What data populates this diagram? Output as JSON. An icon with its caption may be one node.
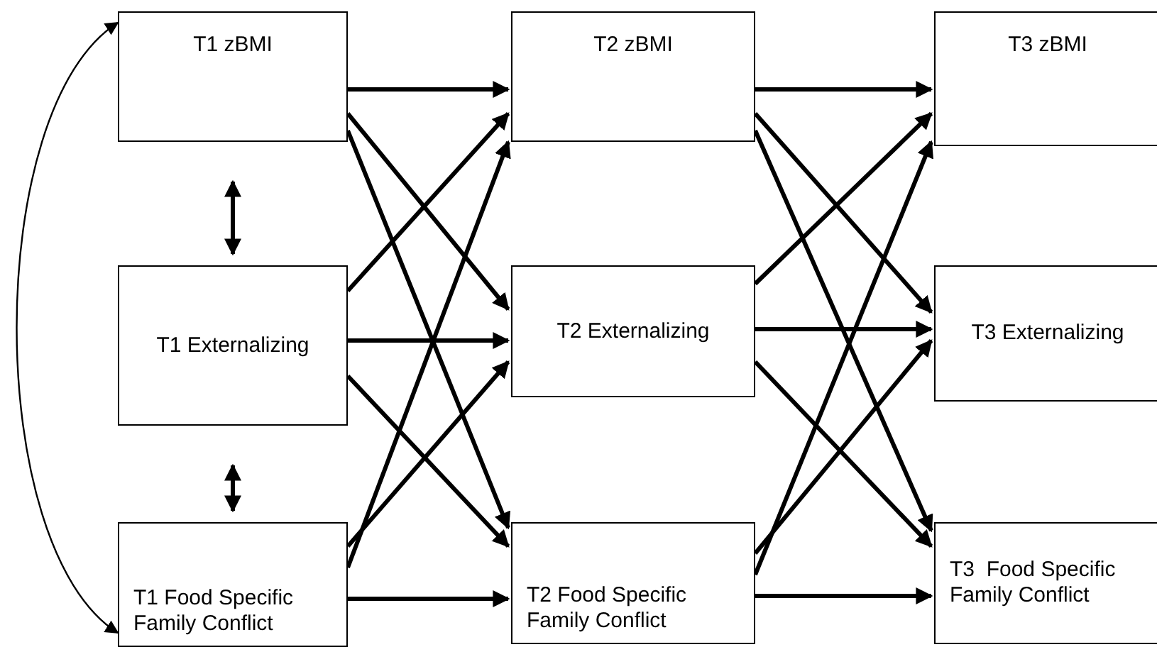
{
  "diagram": {
    "nodes": [
      {
        "text": [
          "T1 zBMI"
        ]
      },
      {
        "text": [
          "T1 Externalizing"
        ]
      },
      {
        "text": [
          "T1 Food Specific Family Conflict"
        ]
      },
      {
        "text": [
          "T2 zBMI"
        ]
      },
      {
        "text": [
          "T2 Externalizing"
        ]
      },
      {
        "text": [
          "T2 Food Specific Family Conflict"
        ]
      },
      {
        "text": [
          "T3 zBMI"
        ]
      },
      {
        "text": [
          "T3 Externalizing"
        ]
      },
      {
        "text": [
          "T3  Food Specific Family Conflict"
        ]
      }
    ],
    "edges": [
      {
        "from": 0,
        "to": 1,
        "arrow": "both"
      },
      {
        "from": 1,
        "to": 2,
        "arrow": "both"
      },
      {
        "from": 0,
        "to": 2,
        "arrow": "both"
      },
      {
        "from": 0,
        "to": 3,
        "arrow": "to"
      },
      {
        "from": 0,
        "to": 4,
        "arrow": "to"
      },
      {
        "from": 0,
        "to": 5,
        "arrow": "to"
      },
      {
        "from": 1,
        "to": 3,
        "arrow": "to"
      },
      {
        "from": 1,
        "to": 4,
        "arrow": "to"
      },
      {
        "from": 1,
        "to": 5,
        "arrow": "to"
      },
      {
        "from": 2,
        "to": 3,
        "arrow": "to"
      },
      {
        "from": 2,
        "to": 4,
        "arrow": "to"
      },
      {
        "from": 2,
        "to": 5,
        "arrow": "to"
      },
      {
        "from": 3,
        "to": 6,
        "arrow": "to"
      },
      {
        "from": 3,
        "to": 7,
        "arrow": "to"
      },
      {
        "from": 3,
        "to": 8,
        "arrow": "to"
      },
      {
        "from": 4,
        "to": 6,
        "arrow": "to"
      },
      {
        "from": 4,
        "to": 7,
        "arrow": "to"
      },
      {
        "from": 4,
        "to": 8,
        "arrow": "to"
      },
      {
        "from": 5,
        "to": 6,
        "arrow": "to"
      },
      {
        "from": 5,
        "to": 7,
        "arrow": "to"
      },
      {
        "from": 5,
        "to": 8,
        "arrow": "to"
      }
    ]
  }
}
